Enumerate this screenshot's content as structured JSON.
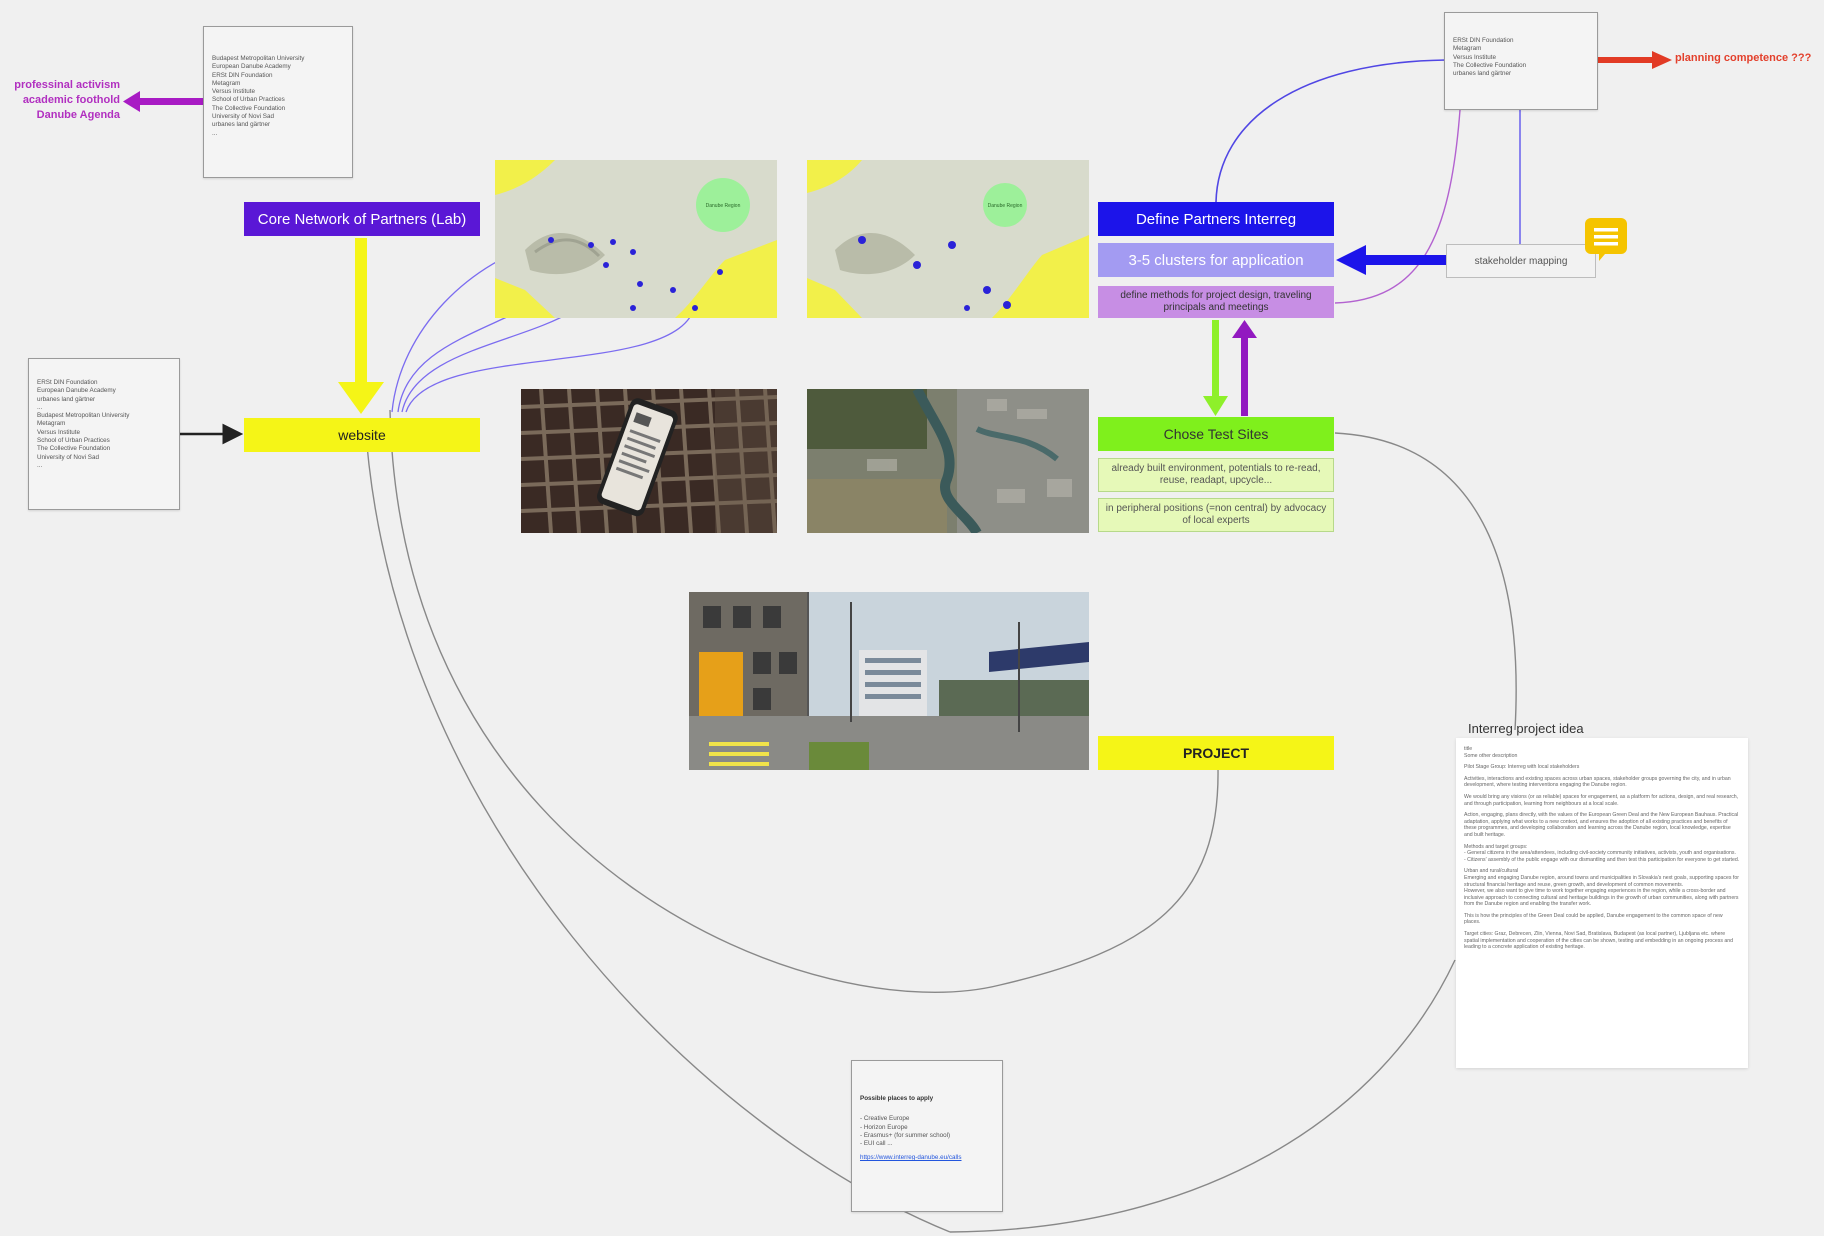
{
  "colors": {
    "yellow": "#f5f517",
    "purple_header": "#5a17d6",
    "blue_header": "#1c14ea",
    "cluster_blue": "#a39bf2",
    "methods_purple": "#c78ee4",
    "green": "#7ff01c",
    "green_light": "#e6f9b8",
    "magenta_arrow": "#a81bc4",
    "red_arrow": "#e23b25",
    "map_green_circle": "#9df09a",
    "map_dot": "#2a22d8"
  },
  "left_labels": [
    "professinal activism",
    "academic foothold",
    "Danube Agenda"
  ],
  "planning_label": "planning competence ???",
  "notes": {
    "top_left": {
      "lines": [
        "Budapest Metropolitan University",
        "European Danube Academy",
        "ERSt DIN Foundation",
        "Metagram",
        "Versus Institute",
        "School of Urban Practices",
        "The Collective Foundation",
        "University of Novi Sad",
        "urbanes land gärtner",
        "..."
      ]
    },
    "left": {
      "lines": [
        "ERSt DIN Foundation",
        "European Danube Academy",
        "urbanes land gärtner",
        "...",
        "Budapest Metropolitan University",
        "Metagram",
        "Versus Institute",
        "School of Urban Practices",
        "The Collective Foundation",
        "University of Novi Sad",
        "..."
      ]
    },
    "top_right": {
      "lines": [
        "ERSt DIN Foundation",
        "Metagram",
        "Versus Institute",
        "The Collective Foundation",
        "urbanes land gärtner"
      ]
    },
    "places": {
      "title": "Possible places to apply",
      "lines": [
        "- Creative Europe",
        "- Horizon Europe",
        "- Erasmus+ (for summer school)",
        "- EUI call ..."
      ],
      "link": "https://www.interreg-danube.eu/calls"
    }
  },
  "boxes": {
    "core_network": "Core Network of Partners (Lab)",
    "website": "website",
    "define_partners": "Define Partners Interreg",
    "clusters": "3-5 clusters for application",
    "methods": "define methods for project design, traveling principals and meetings",
    "stakeholder": "stakeholder mapping",
    "chose_sites": "Chose Test Sites",
    "built_env": "already built environment, potentials to re-read, reuse, readapt, upcycle...",
    "peripheral": "in peripheral positions (=non central) by advocacy of local experts",
    "project": "PROJECT"
  },
  "maps": {
    "left": {
      "circle_label": "Danube Region"
    },
    "right": {
      "circle_label": "Danube Region"
    }
  },
  "doc": {
    "title": "Interreg project idea",
    "paragraphs": [
      "title\nSome other description",
      "Pilot Stage Group: Interreg with local stakeholders",
      "Activities, interactions and existing spaces across urban spaces, stakeholder groups governing the city, and in urban development, where testing interventions engaging the Danube region.",
      "We would bring any visions (or as reliable) spaces for engagement, as a platform for actions, design, and real research, and through participation, learning from neighbours at a local scale.",
      "Action, engaging, plans directly, with the values of the European Green Deal and the New European Bauhaus. Practical adaptation, applying what works to a new context, and ensures the adoption of all existing practices and benefits of these programmes, and developing collaboration and learning across the Danube region, local knowledge, expertise and built heritage.",
      "Methods and target groups:\n- General citizens in the area/attendees, including civil-society community initiatives, activists, youth and organisations.\n- Citizens' assembly of the public engage with our dismantling and then test this participation for everyone to get started.",
      "Urban and rural/cultural\nEmerging and engaging Danube region, around towns and municipalities in Slovakia's next goals, supporting spaces for structural financial heritage and reuse, green growth, and development of common movements.\nHowever, we also want to give time to work together engaging experiences in the region, while a cross-border and inclusive approach to connecting cultural and heritage buildings in the growth of urban communities, along with partners from the Danube region and enabling the transfer work.",
      "This is how the principles of the Green Deal could be applied, Danube engagement to the common space of new places.",
      "Target cities: Graz, Debrecen, Zlin, Vienna, Novi Sad, Bratislava, Budapest (as local partner), Ljubljana etc. where spatial implementation and cooperation of the cities can be shown, testing and embedding in an ongoing process and leading to a concrete application of existing heritage."
    ]
  }
}
